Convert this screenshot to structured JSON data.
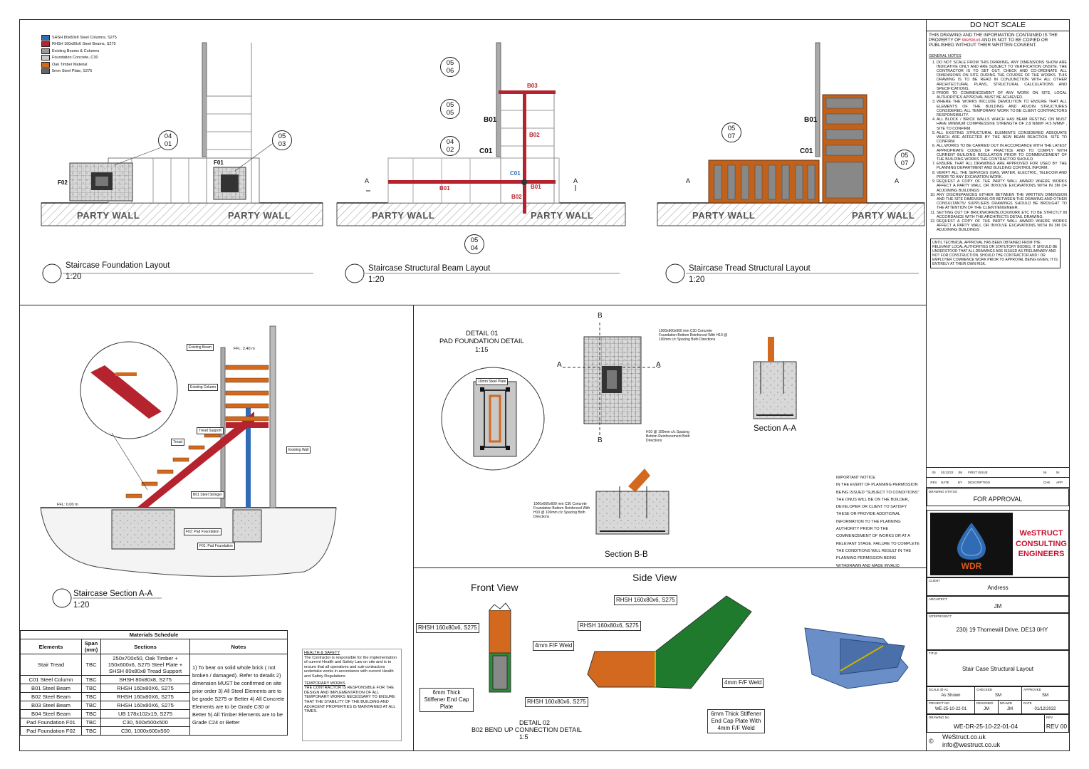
{
  "legend": [
    {
      "label": "SHSH 80x80x8 Steel Columns, S275",
      "color": "#2f6cb5"
    },
    {
      "label": "RHSH 160x80x6 Steel Beams, S275",
      "color": "#b5232e"
    },
    {
      "label": "Existing Beams & Columns",
      "color": "#999999"
    },
    {
      "label": "Foundation Concrete, C30",
      "color": "#c8c8c8"
    },
    {
      "label": "Oak Timber Material",
      "color": "#d2691e"
    },
    {
      "label": "5mm Steel Plate, S275",
      "color": "#666666"
    }
  ],
  "views": {
    "foundation": {
      "title": "Staircase Foundation Layout",
      "scale": "1:20"
    },
    "beam": {
      "title": "Staircase Structural Beam Layout",
      "scale": "1:20"
    },
    "tread": {
      "title": "Staircase Tread Structural Layout",
      "scale": "1:20"
    },
    "section": {
      "title": "Staircase Section A-A",
      "scale": "1:20"
    }
  },
  "party_wall": "PARTY WALL",
  "section_mark": "A",
  "section_mark_b": "B",
  "refs": {
    "r0401": [
      "04",
      "01"
    ],
    "r0503": [
      "05",
      "03"
    ],
    "r0506": [
      "05",
      "06"
    ],
    "r0505": [
      "05",
      "05"
    ],
    "r0402": [
      "04",
      "02"
    ],
    "r0504": [
      "05",
      "04"
    ],
    "r0507a": [
      "05",
      "07"
    ],
    "r0507b": [
      "05",
      "07"
    ]
  },
  "tags": {
    "f01": "F01",
    "f02": "F02",
    "b01": "B01",
    "b02": "B02",
    "b03": "B03",
    "c01": "C01"
  },
  "section_callouts": {
    "existing_beam": "Existing Beam",
    "existing_column": "Existing Column",
    "tread_support": "Tread Support",
    "tread": "Tread",
    "stringer": "B01 Steel Stringer",
    "existing_wall": "Existing Wall",
    "ffl_top": "FFL: 2.40 m",
    "ffl_bottom": "FFL: 0.00 m",
    "pad_f02": "F02: Pad Foundation",
    "pad_f01": "F01: Pad Foundation"
  },
  "detail01": {
    "title": "DETAIL 01",
    "subtitle": "PAD FOUNDATION DETAIL",
    "scale": "1:15",
    "plate": "10mm Steel Plate",
    "section_aa": "Section A-A",
    "section_bb": "Section B-B",
    "concrete_note": "1000x600x600 mm C30 Concrete Foundation Bottom Reinforced With H10 @ 100mm c/c Spacing Both Directions",
    "rebar_note": "H10 @ 100mm c/c Spacing Bottom Reinforcement Both Directions"
  },
  "important_notice": {
    "title": "IMPORTANT NOTICE",
    "body": "IN THE EVENT OF PLANNING PERMISSION BEING ISSUED \"SUBJECT TO CONDITIONS\" THE ONUS WILL BE ON THE BUILDER, DEVELOPER OR CLIENT TO SATISFY THESE OR PROVIDE ADDITIONAL INFORMATION TO THE PLANNING AUTHORITY PRIOR TO THE COMMENCEMENT OF WORKS OR AT A RELEVANT STAGE. FAILURE TO COMPLETE THE CONDITIONS WILL RESULT IN THE PLANNING PERMISSION BEING WITHDRAWN AND MADE INVALID"
  },
  "detail02": {
    "front_view": "Front View",
    "side_view": "Side View",
    "rhsh": "RHSH 160x80x6, S275",
    "weld": "4mm F/F Weld",
    "stiffener_front": "6mm Thick Stiffener End Cap Plate",
    "stiffener_side": "6mm Thick Stiffener End Cap Plate With 4mm F/F Weld",
    "title": "DETAIL 02",
    "subtitle": "B02 BEND UP CONNECTION DETAIL",
    "scale": "1:5"
  },
  "materials": {
    "title": "Materials Schedule",
    "headers": [
      "Elements",
      "Span (mm)",
      "Sections",
      "Notes"
    ],
    "rows": [
      [
        "Stair Tread",
        "TBC",
        "250x700x50, Oak Timber + 150x600x6, S275 Steel Plate + SHSH 80x80x8 Tread Support"
      ],
      [
        "C01 Steel Column",
        "TBC",
        "SHSH 80x80x8, S275"
      ],
      [
        "B01 Steel Beam",
        "TBC",
        "RHSH 160x80X6, S275"
      ],
      [
        "B02 Steel Beam",
        "TBC",
        "RHSH 160x80X6, S275"
      ],
      [
        "B03 Steel Beam",
        "TBC",
        "RHSH 160x80X6, S275"
      ],
      [
        "B04 Steel Beam",
        "TBC",
        "UB 178x102x19, S275"
      ],
      [
        "Pad Foundation F01",
        "TBC",
        "C30, 500x500x500"
      ],
      [
        "Pad Foundation F02",
        "TBC",
        "C30, 1000x600x500"
      ]
    ],
    "notes": "1) To bear on solid whole brick ( not broken / damaged). Refer to details 2) dimension MUST be confirmed on site prior order 3) All Steel Elements are to be grade S275 or Better 4) All Concrete Elements are to be Grade C30 or Better 5) All Timber Elements are to be Grade C24 or Better"
  },
  "health_safety": {
    "title": "HEALTH & SAFETY",
    "body": "The Contractor is responsible for the implementation of current Health and Safety Law on site and is to ensure that all operatives and sub-contractors undertake works in accordance with current Health and Safety Regulations",
    "temp_title": "TEMPORARY WORKS",
    "temp_body": "THE CONTRACTOR IS RESPONSIBLE FOR THE DESIGN AND IMPLEMENTATION OF ALL TEMPORARY WORKS NECESSARY TO ENSURE THAT THE STABILITY OF THE BUILDING AND ADJACENT PROPERTIES IS MAINTAINED AT ALL TIMES."
  },
  "side_panel": {
    "do_not_scale": "DO NOT SCALE",
    "property_1": "THIS DRAWING AND THE INFORMATION CONTAINED IS THE PROPERTY OF",
    "brand_inline": "WeStruct",
    "property_2": "AND IS NOT TO BE COPIED OR PUBLISHED WITHOUT THEIR WRITTEN CONSENT.",
    "general_notes_title": "GENERAL NOTES",
    "notes": [
      "DO NOT SCALE FROM THIS DRAWING, ANY DIMENSIONS SHOW ARE INDICATIVE ONLY AND ARE SUBJECT TO VERIFICATION ONSITE. THE CONTRACTOR IS TO SET OUT, CHECK AND CO-ORDINATE ALL DIMENSIONS ON SITE DURING THE COURSE OF THE WORKS. THIS DRAWING IS TO BE READ IN CONJUNCTION WITH ALL OTHER ARCHITECTURAL PLANS, STRUCTURAL CALCULATIONS AND SPECIFICATIONS.",
      "PRIOR TO COMMENCEMENT OF ANY WORK ON SITE, LOCAL AUTHORITIES APPROVAL MUST BE ACHIEVED.",
      "WHERE THE WORKS INCLUDE DEMOLITION TO ENSURE THAT ALL ELEMENTS OF THE BUILDING AND ADJOIN STRUCTURES CONSIDERED. ALL TEMPORARY WORK TO BE CLIENT CONTRACTORS RESPONSIBILITY.",
      "ALL BLOCK / BRICK WALLS WHICH HAS BEAM RESTING ON MUST HAVE MINIMUM COMPRESSIVE STRENGTH OF 2.8 N/MM² /4.5 N/MM² , SITE TO CONFIRM.",
      "ALL EXISTING STRUCTURAL ELEMENTS CONSIDERED ADEQUATE WHICH ARE AFFECTED BY THE NEW BEAM REACTION. SITE TO CONFIRM.",
      "ALL WORKS TO BE CARRIED OUT IN ACCORDANCE WITH THE LATEST APPROPRIATE CODES OF PRACTICE AND TO COMPLY WITH CURRENT BUILDING REGULATION PRIOR TO COMMENCEMENT OF THE BUILDING WORKS THE CONTRACTOR SHOULD.",
      "ENSURE THAT ALL DRAWINGS ARE APPROVED FOR USED BY THE PLANNING DEPARTMENT AND BUILDING CONTROL INFORM.",
      "VERIFY ALL THE SERVICES (GAS, WATER, ELECTRIC, TELECOM AND PRIOR TO ANY EXCAVATION WORK.",
      "REQUEST A COPY OF THE PARTY WALL AWARD WHERE WORKS AFFECT A PARTY WALL OR INVOLVE EXCAVATIONS WITH IN 3M OF ADJOINING BUILDINGS",
      "ANY DISCREPANCIES EITHER BETWEEN THE WRITTEN DIMENSION AND THE SITE DIMENSIONS OR BETWEEN THE DRAWING AND OTHER CONSULTANTS/ SUPPLIERS DRAWINGS SHOULD BE BROUGHT TO THE ATTENTION OF THE CLIENT/ENGINEER.",
      "SETTING OUT OF BRICKWORK/BLOCKWORK ETC TO BE STRICTLY IN ACCORDANCE WITH THE ARCHITECTS DETAIL DRAWING.",
      "REQUEST A COPY OF THE PARTY WALL AWARD WHERE WORKS AFFECT A PARTY WALL OR INVOLVE EXCAVATIONS WITH IN 3M OF ADJOINING BUILDINGS"
    ],
    "approval_box": "UNTIL TECHNICAL APPROVAL HAS BEEN OBTAINED FROM THE RELEVANT LOCAL AUTHORITIES OR STATUTORY BODIES, IT SHOULD BE UNDERSTOOD THAT ALL DRAWINGS ARE ISSUED AS PRELIMINARY AND NOT FOR CONSTRUCTION. SHOULD THE CONTRACTOR AND / OR EMPLOYER COMMENCE WORK PRIOR TO APPROVAL BEING GIVEN, IT IS ENTIRELY AT THEIR OWN RISK.",
    "rev_row": [
      "00",
      "01/12/22",
      "JM",
      "FIRST ISSUE",
      "NI",
      "NI"
    ],
    "rev_headers": [
      "REV",
      "DATE",
      "BY",
      "DESCRIPTION",
      "CHK",
      "APP"
    ],
    "drawing_status_label": "DRAWING STATUS",
    "drawing_status": "FOR APPROVAL",
    "logo_text": "WDR",
    "company": [
      "WeSTRUCT",
      "CONSULTING",
      "ENGINEERS"
    ],
    "client_label": "CLIENT",
    "client": "Andress",
    "architect_label": "ARCHITECT",
    "architect": "JM",
    "site_label": "SITE/PROJECT",
    "site": "230) 19 Thornewill Drive, DE13 0HY",
    "title_label": "TITLE",
    "title": "Stair Case Structural Layout",
    "scale_label": "SCALE @ A1",
    "scale": "As Shown",
    "checked_label": "CHECKED",
    "checked": "SM",
    "approved_label": "APPROVED",
    "approved": "SM",
    "project_label": "PROJECT NO",
    "project": "WE-25-10-22-01",
    "designed_label": "DESIGNED",
    "designed": "JM",
    "drawn_label": "DRAWN",
    "drawn": "JM",
    "date_label": "DATE",
    "date": "01/12/2022",
    "drawing_no_label": "DRAWING No",
    "drawing_no": "WE-DR-25-10-22-01-04",
    "rev_label": "REV",
    "rev": "REV 00",
    "website": "WeStruct.co.uk",
    "email": "info@westruct.co.uk",
    "copyright": "©"
  }
}
